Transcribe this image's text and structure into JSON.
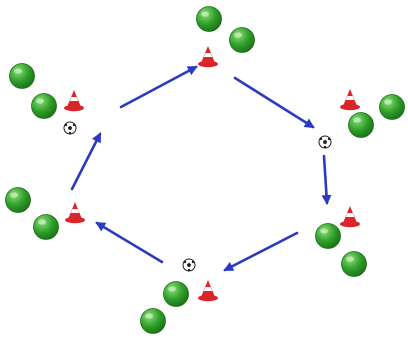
{
  "diagram": {
    "colors": {
      "background": "#ffffff",
      "arrow": "#2a3bbf",
      "player_fill": "#2fa02a",
      "player_highlight": "#8fe07a",
      "player_shade": "#1c6f18",
      "cone_red": "#d8262b",
      "cone_white": "#ffffff",
      "ball_white": "#ffffff",
      "ball_dark": "#1e1e1e"
    },
    "icons": {
      "player": "player-icon",
      "cone": "cone-icon",
      "ball": "soccer-ball-icon",
      "arrow": "arrow-icon"
    },
    "stations": [
      {
        "name": "station-top",
        "players": 2,
        "cone": true,
        "ball": false
      },
      {
        "name": "station-right-upper",
        "players": 2,
        "cone": true,
        "ball": true
      },
      {
        "name": "station-right-lower",
        "players": 2,
        "cone": true,
        "ball": false
      },
      {
        "name": "station-bottom",
        "players": 2,
        "cone": true,
        "ball": true
      },
      {
        "name": "station-left-lower",
        "players": 2,
        "cone": true,
        "ball": false
      },
      {
        "name": "station-left-upper",
        "players": 2,
        "cone": true,
        "ball": true
      }
    ],
    "flow": "clockwise"
  }
}
